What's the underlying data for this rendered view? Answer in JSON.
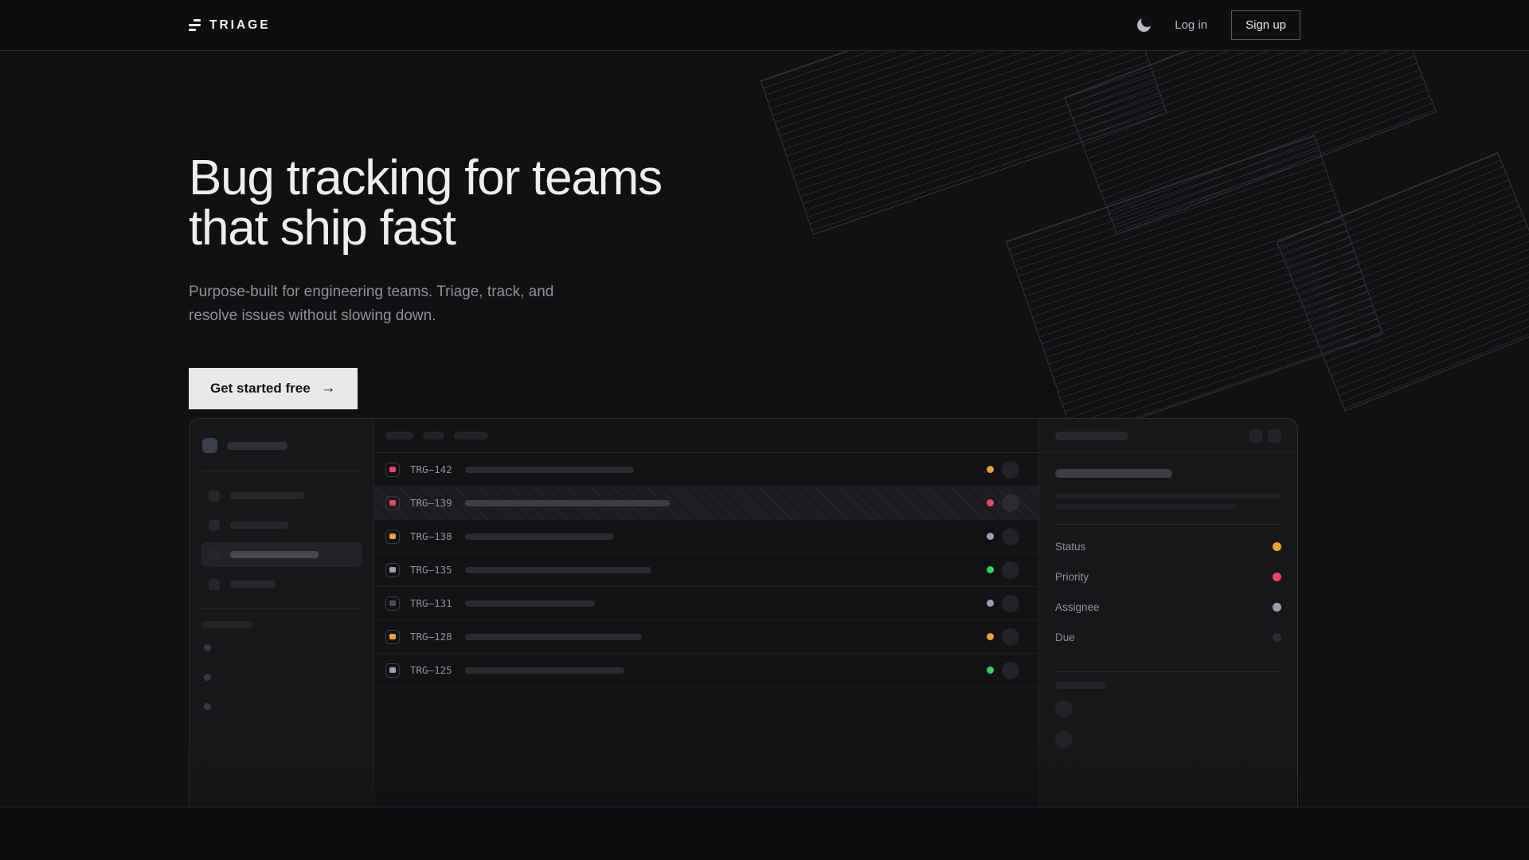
{
  "nav": {
    "brand": "TRIAGE",
    "theme_toggle_icon": "moon-icon",
    "login_label": "Log in",
    "signup_label": "Sign up"
  },
  "hero": {
    "title_lines": [
      "Bug tracking for teams",
      "that ship fast"
    ],
    "subtitle_lines": [
      "Purpose-built for engineering teams. Triage, track, and",
      "resolve issues without slowing down."
    ],
    "cta_label": "Get started free",
    "cta_arrow": "→"
  },
  "mockup": {
    "issues": [
      {
        "id": "TRG–142",
        "icon_color": "#f04367",
        "dot_color": "#f0a32a",
        "title_width": 212,
        "selected": false
      },
      {
        "id": "TRG–139",
        "icon_color": "#f04367",
        "dot_color": "#f04367",
        "title_width": 257,
        "selected": true
      },
      {
        "id": "TRG–138",
        "icon_color": "#f0a32a",
        "dot_color": "#97a1b4",
        "title_width": 187,
        "selected": false
      },
      {
        "id": "TRG–135",
        "icon_color": "#97a1b4",
        "dot_color": "#2bd55e",
        "title_width": 234,
        "selected": false
      },
      {
        "id": "TRG–131",
        "icon_color": "#4a4d54",
        "dot_color": "#97a1b4",
        "title_width": 163,
        "selected": false
      },
      {
        "id": "TRG–128",
        "icon_color": "#f0a32a",
        "dot_color": "#f0a32a",
        "title_width": 222,
        "selected": false
      },
      {
        "id": "TRG–125",
        "icon_color": "#97a1b4",
        "dot_color": "#2bd55e",
        "title_width": 200,
        "selected": false
      }
    ],
    "detail_fields": [
      {
        "label": "Status",
        "dot_color": "#f0a32a"
      },
      {
        "label": "Priority",
        "dot_color": "#f04367"
      },
      {
        "label": "Assignee",
        "dot_color": "#97a1b4"
      },
      {
        "label": "Due",
        "dot_color": "#2a2a30"
      }
    ]
  },
  "colors": {
    "amber": "#f0a32a",
    "rose": "#f04367",
    "slate": "#97a1b4",
    "green": "#2bd55e",
    "page_background": "#101013",
    "card_background": "#121215",
    "panel_background": "#17171a",
    "cta_background": "#e9e9e7"
  }
}
